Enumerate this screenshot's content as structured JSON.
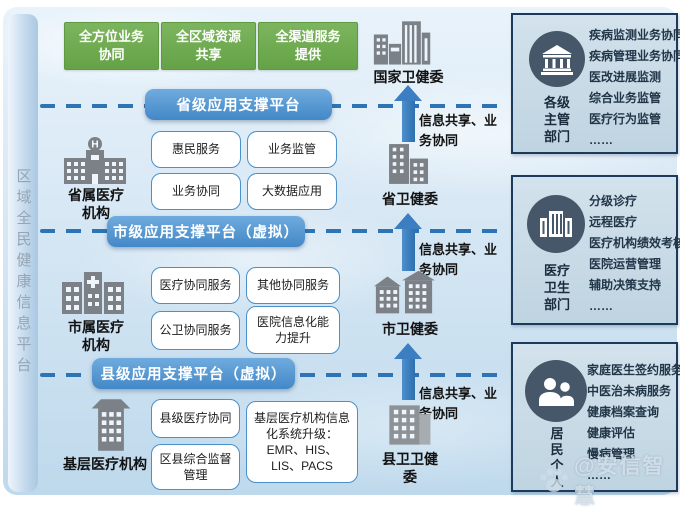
{
  "sidebar": {
    "title": "区域全民健康信息平台"
  },
  "top_banners": [
    "全方位业务\n协同",
    "全区域资源\n共享",
    "全渠道服务\n提供"
  ],
  "platform_bars": [
    "省级应用支撑平台",
    "市级应用支撑平台（虚拟）",
    "县级应用支撑平台（虚拟）"
  ],
  "institutions": [
    "省属医疗\n机构",
    "市属医疗\n机构",
    "基层医疗机构"
  ],
  "service_boxes": {
    "province": [
      "惠民服务",
      "业务监管",
      "业务协同",
      "大数据应用"
    ],
    "city": [
      "医疗协同服务",
      "其他协同服务",
      "公卫协同服务",
      "医院信息化能力提升"
    ],
    "county": [
      "县级医疗协同",
      "区县综合监督管理",
      "基层医疗机构信息化系统升级：EMR、HIS、LIS、PACS"
    ]
  },
  "gov": {
    "national": "国家卫健委",
    "province": "省卫健委",
    "city": "市卫健委",
    "county": "县卫卫健委",
    "arrow_label": "信息共享、业务协同"
  },
  "right_panels": [
    {
      "title": "各级\n主管\n部门",
      "icon": "bank-icon",
      "items": [
        "疾病监测业务协同",
        "疾病管理业务协同",
        "医改进展监测",
        "综合业务监管",
        "医疗行为监管",
        "……"
      ]
    },
    {
      "title": "医疗\n卫生\n部门",
      "icon": "hospital-icon",
      "items": [
        "分级诊疗",
        "远程医疗",
        "医疗机构绩效考核",
        "医院运营管理",
        "辅助决策支持",
        "……"
      ]
    },
    {
      "title": "居\n民\n个\n人",
      "icon": "people-icon",
      "items": [
        "家庭医生签约服务",
        "中医治未病服务",
        "健康档案查询",
        "健康评估",
        "慢病管理",
        "……"
      ]
    }
  ],
  "watermark": "@安信智慧",
  "colors": {
    "accent_blue": "#2e74b5",
    "bar_blue": "#4388c7",
    "green": "#6ca94e",
    "panel_border": "#1b3a5c",
    "panel_bg": "#c9dbe6",
    "circle": "#46576a",
    "icon_gray": "#7b8187"
  }
}
